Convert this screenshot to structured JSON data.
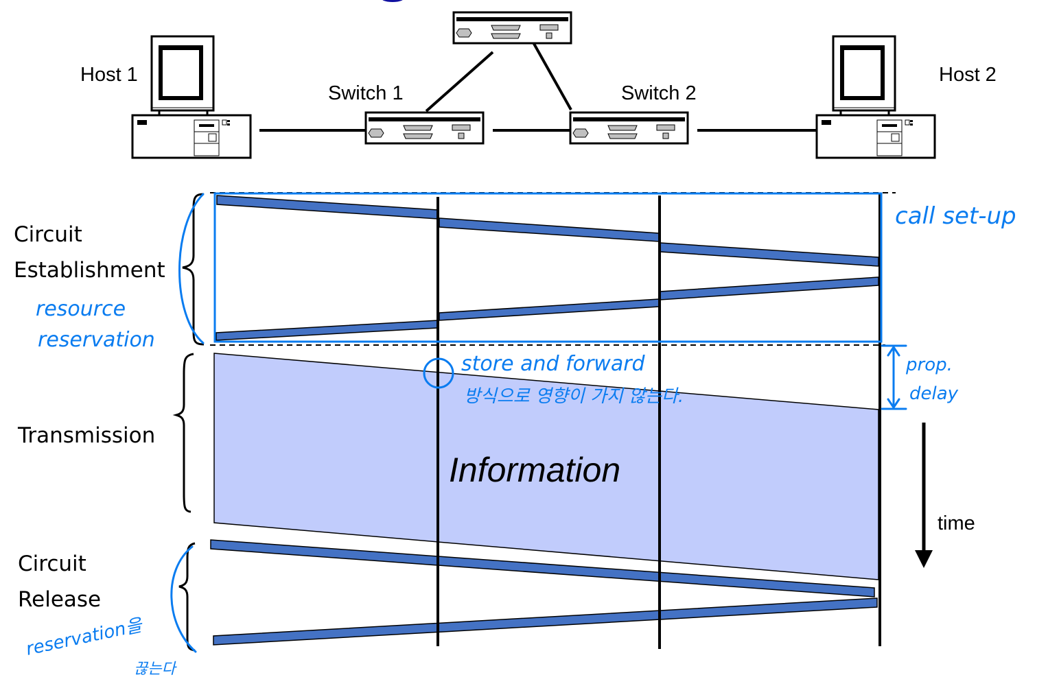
{
  "topology": {
    "hosts": [
      {
        "id": "host1",
        "label": "Host 1"
      },
      {
        "id": "host2",
        "label": "Host 2"
      }
    ],
    "switches": [
      {
        "id": "switch1",
        "label": "Switch 1"
      },
      {
        "id": "switch2",
        "label": "Switch 2"
      },
      {
        "id": "switch3",
        "label": ""
      }
    ],
    "links": [
      [
        "host1",
        "switch1"
      ],
      [
        "switch1",
        "switch2"
      ],
      [
        "switch2",
        "host2"
      ],
      [
        "switch1",
        "switch3"
      ],
      [
        "switch3",
        "switch2"
      ]
    ]
  },
  "phases": [
    {
      "id": "establishment",
      "label_line1": "Circuit",
      "label_line2": "Establishment",
      "note": [
        "resource",
        "reservation"
      ]
    },
    {
      "id": "transmission",
      "label_line1": "Transmission",
      "label_line2": "",
      "note": []
    },
    {
      "id": "release",
      "label_line1": "Circuit",
      "label_line2": "Release",
      "note": [
        "reservation을",
        "끊는다"
      ]
    }
  ],
  "information_label": "Information",
  "time_label": "time",
  "annotations": {
    "call_setup": "call set-up",
    "prop_delay_line1": "prop.",
    "prop_delay_line2": "delay",
    "store_forward_line1": "store and forward",
    "store_forward_line2": "방식으로 영향이 가지 않는다."
  },
  "colors": {
    "message": "#4472c4",
    "information": "#c1ccfc",
    "handwriting": "#0a7cf0"
  }
}
